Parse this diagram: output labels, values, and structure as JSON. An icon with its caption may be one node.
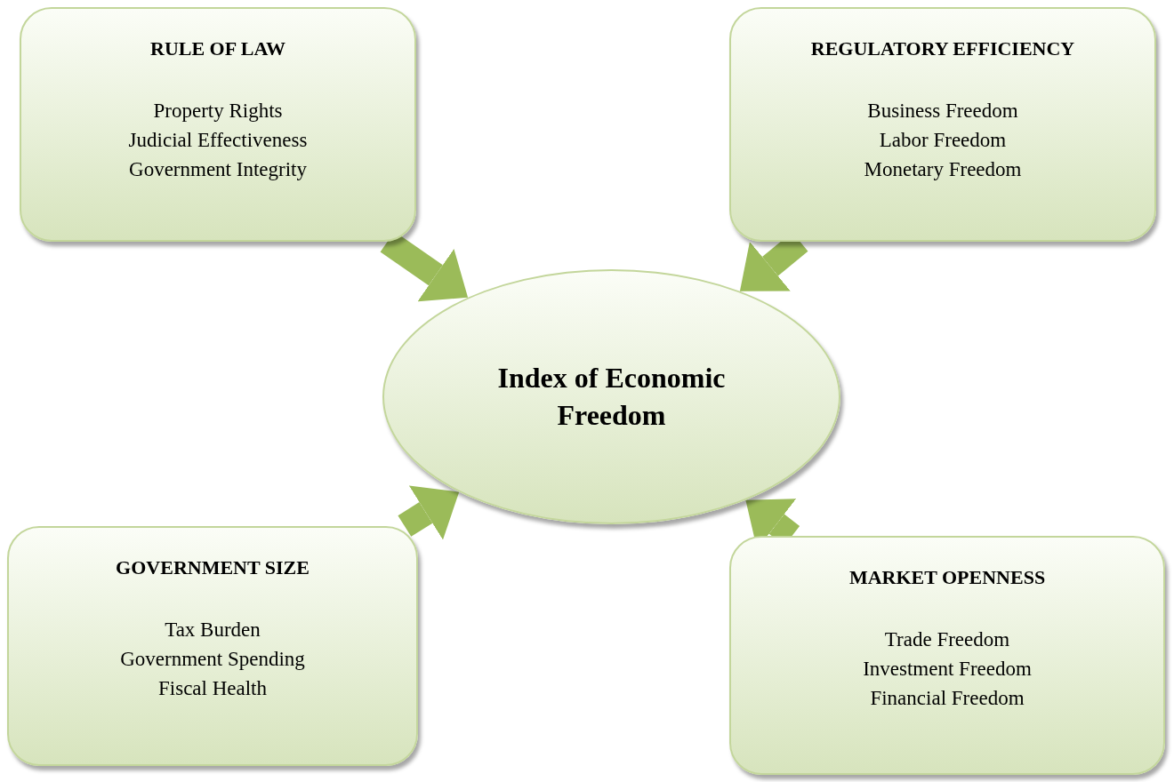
{
  "diagram": {
    "nodes": [
      {
        "text": [
          "RULE OF LAW",
          "Property Rights",
          "Judicial Effectiveness",
          "Government Integrity"
        ]
      },
      {
        "text": [
          "REGULATORY EFFICIENCY",
          "Business Freedom",
          "Labor Freedom",
          "Monetary Freedom"
        ]
      },
      {
        "text": [
          "Index of Economic Freedom"
        ]
      },
      {
        "text": [
          "GOVERNMENT SIZE",
          "Tax Burden",
          "Government Spending",
          "Fiscal Health"
        ]
      },
      {
        "text": [
          "MARKET OPENNESS",
          "Trade Freedom",
          "Investment Freedom",
          "Financial Freedom"
        ]
      }
    ],
    "edges": [
      {
        "from": 0,
        "to": 2,
        "arrow": "to"
      },
      {
        "from": 1,
        "to": 2,
        "arrow": "to"
      },
      {
        "from": 3,
        "to": 2,
        "arrow": "to"
      },
      {
        "from": 4,
        "to": 2,
        "arrow": "to"
      }
    ]
  }
}
